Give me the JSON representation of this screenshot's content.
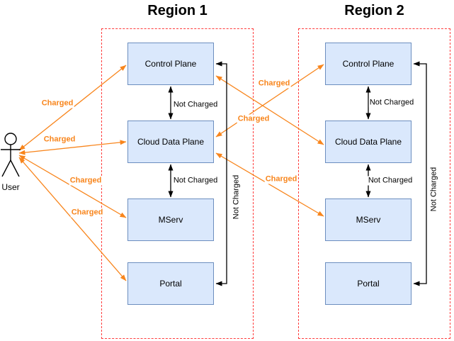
{
  "regions": [
    {
      "title": "Region 1",
      "nodes": [
        "Control Plane",
        "Cloud Data Plane",
        "MServ",
        "Portal"
      ]
    },
    {
      "title": "Region 2",
      "nodes": [
        "Control Plane",
        "Cloud Data Plane",
        "MServ",
        "Portal"
      ]
    }
  ],
  "actor": {
    "label": "User"
  },
  "edges": [
    {
      "from": "User",
      "to": "Region 1 / Control Plane",
      "label": "Charged",
      "style": "orange-double-arrow"
    },
    {
      "from": "User",
      "to": "Region 1 / Cloud Data Plane",
      "label": "Charged",
      "style": "orange-double-arrow"
    },
    {
      "from": "User",
      "to": "Region 1 / MServ",
      "label": "Charged",
      "style": "orange-double-arrow"
    },
    {
      "from": "User",
      "to": "Region 1 / Portal",
      "label": "Charged",
      "style": "orange-double-arrow"
    },
    {
      "from": "Region 1 / Cloud Data Plane",
      "to": "Region 2 / Control Plane",
      "label": "Charged",
      "style": "orange-double-arrow"
    },
    {
      "from": "Region 1 / Control Plane",
      "to": "Region 2 / Cloud Data Plane",
      "label": "Charged",
      "style": "orange-double-arrow"
    },
    {
      "from": "Region 1 / Cloud Data Plane",
      "to": "Region 2 / MServ",
      "label": "Charged",
      "style": "orange-double-arrow"
    },
    {
      "from": "Region 1 / Control Plane",
      "to": "Region 1 / Cloud Data Plane",
      "label": "Not Charged",
      "style": "black-double-arrow"
    },
    {
      "from": "Region 1 / Cloud Data Plane",
      "to": "Region 1 / MServ",
      "label": "Not Charged",
      "style": "black-double-arrow"
    },
    {
      "from": "Region 1 / Control Plane",
      "to": "Region 1 / Portal",
      "label": "Not Charged",
      "style": "black-double-arrow-elbow"
    },
    {
      "from": "Region 2 / Control Plane",
      "to": "Region 2 / Cloud Data Plane",
      "label": "Not Charged",
      "style": "black-double-arrow"
    },
    {
      "from": "Region 2 / Cloud Data Plane",
      "to": "Region 2 / MServ",
      "label": "Not Charged",
      "style": "black-double-arrow"
    },
    {
      "from": "Region 2 / Control Plane",
      "to": "Region 2 / Portal",
      "label": "Not Charged",
      "style": "black-double-arrow-elbow"
    }
  ],
  "colors": {
    "charged": "#f8851c",
    "not_charged": "#000000",
    "node_fill": "#dae8fc",
    "node_border": "#6c8ebf",
    "region_border": "#ff3b3b"
  }
}
